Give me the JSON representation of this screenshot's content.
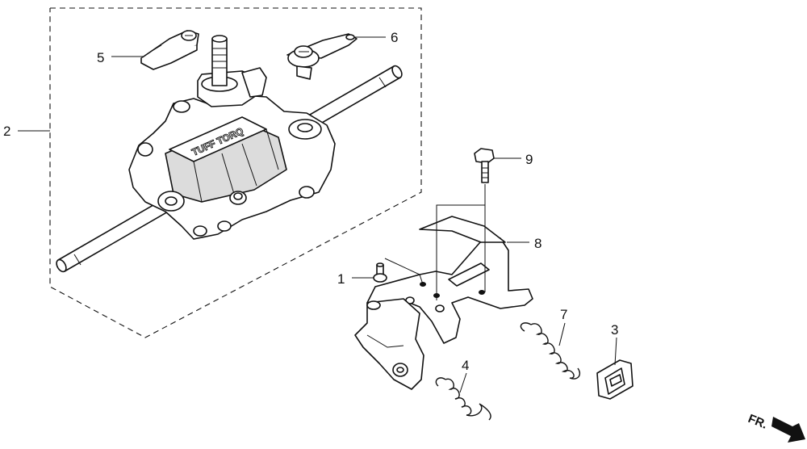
{
  "diagram": {
    "callouts": [
      {
        "id": "2",
        "label": "2"
      },
      {
        "id": "5",
        "label": "5"
      },
      {
        "id": "6",
        "label": "6"
      },
      {
        "id": "9",
        "label": "9"
      },
      {
        "id": "8",
        "label": "8"
      },
      {
        "id": "1",
        "label": "1"
      },
      {
        "id": "7",
        "label": "7"
      },
      {
        "id": "3",
        "label": "3"
      },
      {
        "id": "4",
        "label": "4"
      }
    ],
    "housing_text": "TUFF TORQ",
    "direction_label": "FR."
  }
}
